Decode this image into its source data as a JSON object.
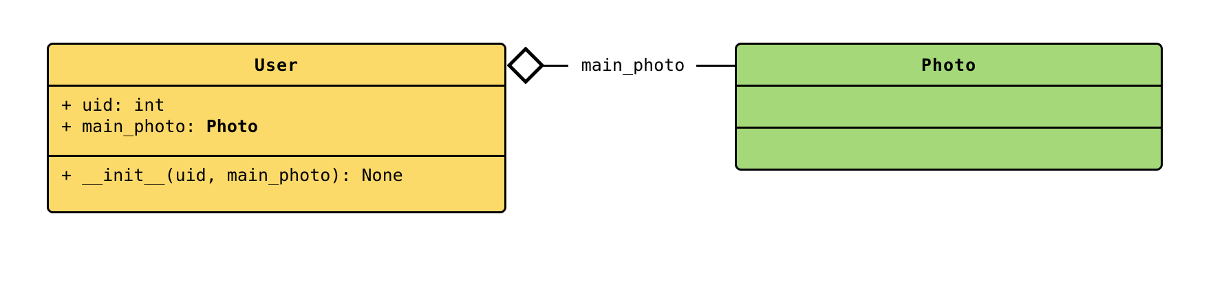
{
  "diagram": {
    "type": "uml-class-diagram",
    "background_color": "#ffffff",
    "line_color": "#000000",
    "classes": [
      {
        "id": "user",
        "name": "User",
        "fill_color": "#FCDA69",
        "attributes": [
          {
            "visibility": "+",
            "text": "+ uid: int",
            "name": "uid",
            "type": "int",
            "type_is_bold": false
          },
          {
            "visibility": "+",
            "prefix": "+ main_photo: ",
            "type": "Photo",
            "name": "main_photo",
            "type_is_bold": true
          }
        ],
        "methods": [
          {
            "visibility": "+",
            "text": "+ __init__(uid, main_photo): None",
            "name": "__init__",
            "params": "uid, main_photo",
            "returns": "None"
          }
        ]
      },
      {
        "id": "photo",
        "name": "Photo",
        "fill_color": "#A5D878",
        "attributes": [],
        "methods": []
      }
    ],
    "relationships": [
      {
        "id": "user-main-photo",
        "kind": "aggregation",
        "source": "User",
        "target": "Photo",
        "label": "main_photo",
        "diamond_fill": "#ffffff",
        "diamond_stroke": "#000000"
      }
    ]
  }
}
